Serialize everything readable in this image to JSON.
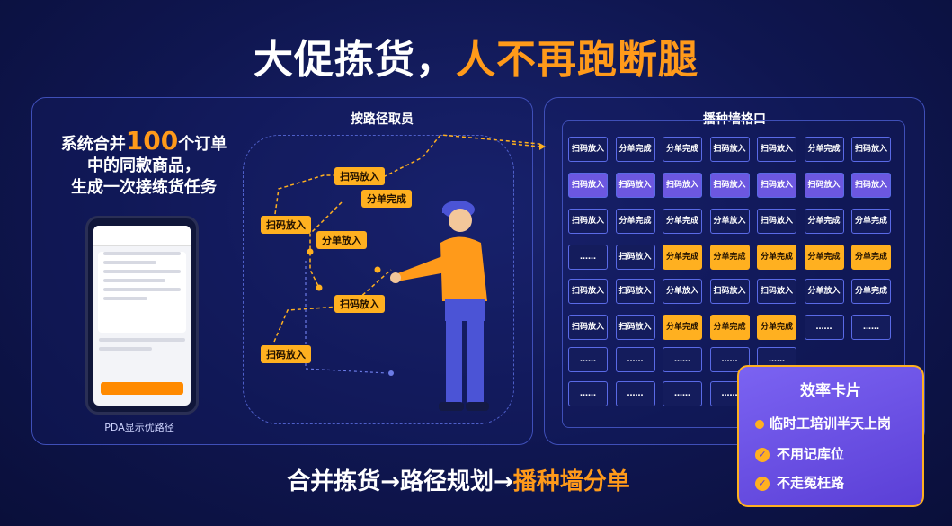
{
  "title": {
    "part1": "大促拣货，",
    "part2": "人不再跑断腿"
  },
  "left": {
    "title": "按路径取员",
    "intro_1": "系统合并",
    "intro_num": "100",
    "intro_2": "个订单",
    "intro_3": "中的同款商品，",
    "intro_4": "生成一次接练货任务",
    "pda_label": "PDA显示优路径"
  },
  "route_tags": [
    "扫码放入",
    "分单完成",
    "扫码放入",
    "分单放入",
    "扫码放入",
    "扫码放入"
  ],
  "right": {
    "title": "播种墙格口"
  },
  "grid": [
    [
      "扫码放入",
      "分单完成",
      "分单完成",
      "扫码放入",
      "扫码放入",
      "分单完成",
      "扫码放入"
    ],
    [
      "扫码放入",
      "扫码放入",
      "扫码放入",
      "扫码放入",
      "扫码放入",
      "扫码放入",
      "扫码放入"
    ],
    [
      "扫码放入",
      "分单完成",
      "分单完成",
      "分单放入",
      "扫码放入",
      "分单完成",
      "分单完成"
    ],
    [
      "……",
      "扫码放入",
      "分单完成",
      "分单完成",
      "分单完成",
      "分单完成",
      "分单完成"
    ],
    [
      "扫码放入",
      "扫码放入",
      "分单放入",
      "扫码放入",
      "扫码放入",
      "分单放入",
      "分单完成"
    ],
    [
      "扫码放入",
      "扫码放入",
      "分单完成",
      "分单完成",
      "分单完成",
      "……",
      "……"
    ],
    [
      "……",
      "……",
      "……",
      "……",
      "……",
      "",
      ""
    ],
    [
      "……",
      "……",
      "……",
      "……",
      "……",
      "",
      ""
    ]
  ],
  "efficiency": {
    "title": "效率卡片",
    "items": [
      "临时工培训半天上岗",
      "不用记库位",
      "不走冤枉路"
    ]
  },
  "bottom": {
    "part1": "合并拣货→路径规划→",
    "part2": "播种墙分单"
  }
}
